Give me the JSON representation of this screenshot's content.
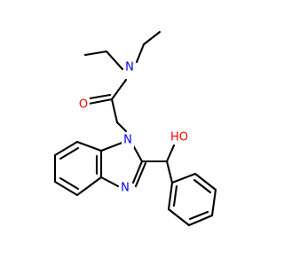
{
  "atoms": {
    "amide_n": "N",
    "carbonyl_o": "O",
    "ring_n1": "N",
    "ring_n3": "N",
    "hydroxyl": "HO"
  },
  "colors": {
    "bond": "#000000",
    "nitrogen": "#0000ff",
    "oxygen": "#ff0000",
    "background": "#ffffff"
  }
}
